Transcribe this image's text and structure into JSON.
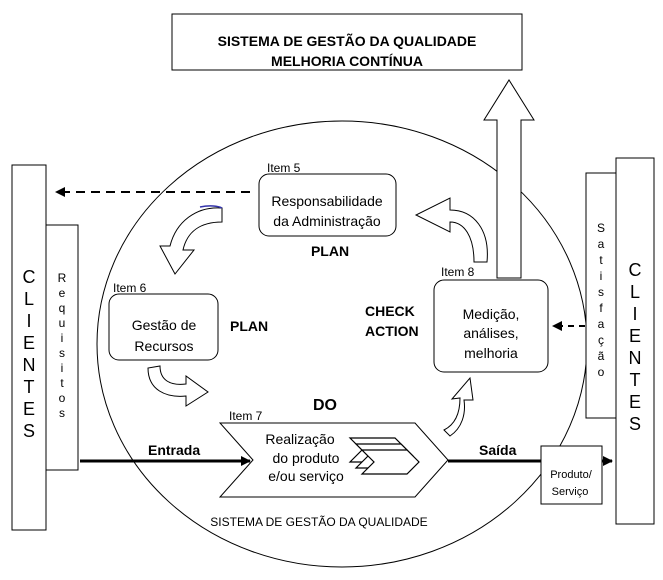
{
  "title": {
    "line1": "SISTEMA DE GESTÃO DA QUALIDADE",
    "line2": "MELHORIA CONTÍNUA"
  },
  "footer_label": "SISTEMA DE GESTÃO DA QUALIDADE",
  "left_client": {
    "letters": [
      "C",
      "L",
      "I",
      "E",
      "N",
      "T",
      "E",
      "S"
    ],
    "sub_letters": [
      "R",
      "e",
      "q",
      "u",
      "i",
      "s",
      "i",
      "t",
      "o",
      "s"
    ]
  },
  "right_client": {
    "letters": [
      "C",
      "L",
      "I",
      "E",
      "N",
      "T",
      "E",
      "S"
    ],
    "sub_letters": [
      "S",
      "a",
      "t",
      "i",
      "s",
      "f",
      "a",
      "ç",
      "ã",
      "o"
    ]
  },
  "items": {
    "item5": {
      "number": "Item 5",
      "line1": "Responsabilidade",
      "line2": "da Administração",
      "phase": "PLAN"
    },
    "item6": {
      "number": "Item 6",
      "line1": "Gestão de",
      "line2": "Recursos",
      "phase": "PLAN"
    },
    "item7": {
      "number": "Item 7",
      "line1": "Realização",
      "line2": "do produto",
      "line3": "e/ou serviço",
      "phase": "DO"
    },
    "item8": {
      "number": "Item 8",
      "line1": "Medição,",
      "line2": "análises,",
      "line3": "melhoria",
      "phase1": "CHECK",
      "phase2": "ACTION"
    }
  },
  "flows": {
    "input": "Entrada",
    "output": "Saída",
    "product_line1": "Produto/",
    "product_line2": "Serviço"
  }
}
